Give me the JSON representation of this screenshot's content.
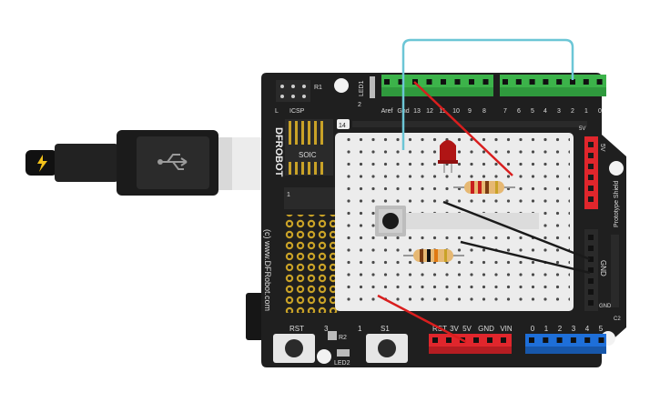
{
  "board": {
    "brand": "DFROBOT",
    "copyright": "(c) www.DFRobot.com",
    "subtitle": "Prototype Shield",
    "icsp_label": "ICSP",
    "r1_label": "R1",
    "l_label": "L",
    "led1_label": "LED1",
    "num_2_label": "2",
    "soic_label": "SOIC",
    "num_14_label": "14",
    "num_1_label": "1",
    "num_3_label": "3",
    "rst_button_label": "RST",
    "s1_button_label": "S1",
    "r2_label": "R2",
    "led2_label": "LED2",
    "gnd_label": "GND",
    "gnd_small_label": "GND",
    "fivev_top_label": "5V",
    "fivev_side_label": "5V",
    "c2_label": "C2",
    "top_labels_left": [
      "Aref",
      "Gnd",
      "13",
      "12",
      "11",
      "10",
      "9",
      "8"
    ],
    "top_labels_right": [
      "7",
      "6",
      "5",
      "4",
      "3",
      "2",
      "1",
      "0"
    ],
    "power_labels": [
      "RST",
      "3V",
      "5V",
      "GND",
      "VIN"
    ],
    "analog_labels": [
      "0",
      "1",
      "2",
      "3",
      "4",
      "5"
    ]
  },
  "colors": {
    "board": "#1f1f1f",
    "breadboard": "#ececec",
    "header_green": "#3cb34a",
    "header_red": "#e0262c",
    "header_blue": "#1e6fd9",
    "pad_gold": "#c9a227",
    "wire_cyan": "#6cc6d6",
    "wire_red": "#d91e1e",
    "wire_black": "#1a1a1a",
    "led_red": "#b01515"
  },
  "icons": [
    "usb-symbol-icon",
    "lightning-icon"
  ]
}
